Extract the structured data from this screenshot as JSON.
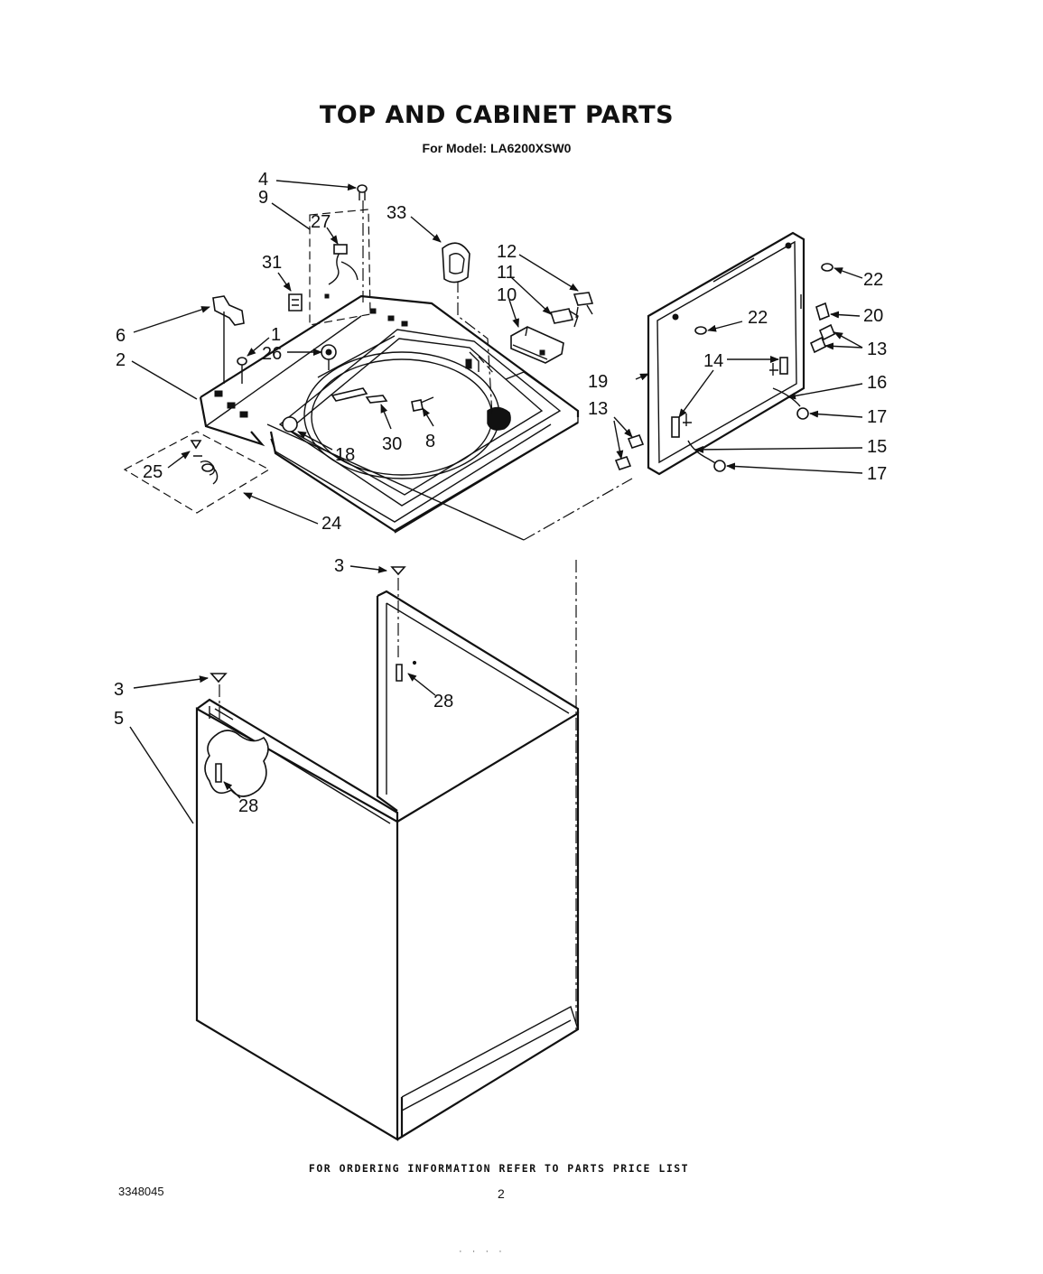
{
  "title": "TOP AND CABINET PARTS",
  "subtitle": "For Model: LA6200XSW0",
  "footer_note": "FOR ORDERING INFORMATION REFER TO PARTS PRICE LIST",
  "doc_number": "3348045",
  "page_number": "2",
  "bottom_fragment": "· · · ·",
  "callouts": {
    "c1": "1",
    "c2": "2",
    "c3a": "3",
    "c3b": "3",
    "c4": "4",
    "c5": "5",
    "c6": "6",
    "c8": "8",
    "c9": "9",
    "c10": "10",
    "c11": "11",
    "c12": "12",
    "c13a": "13",
    "c13b": "13",
    "c14": "14",
    "c15": "15",
    "c16": "16",
    "c17a": "17",
    "c17b": "17",
    "c18": "18",
    "c19": "19",
    "c20": "20",
    "c22a": "22",
    "c22b": "22",
    "c24": "24",
    "c25": "25",
    "c26": "26",
    "c27": "27",
    "c28a": "28",
    "c28b": "28",
    "c30": "30",
    "c31": "31",
    "c33": "33"
  }
}
